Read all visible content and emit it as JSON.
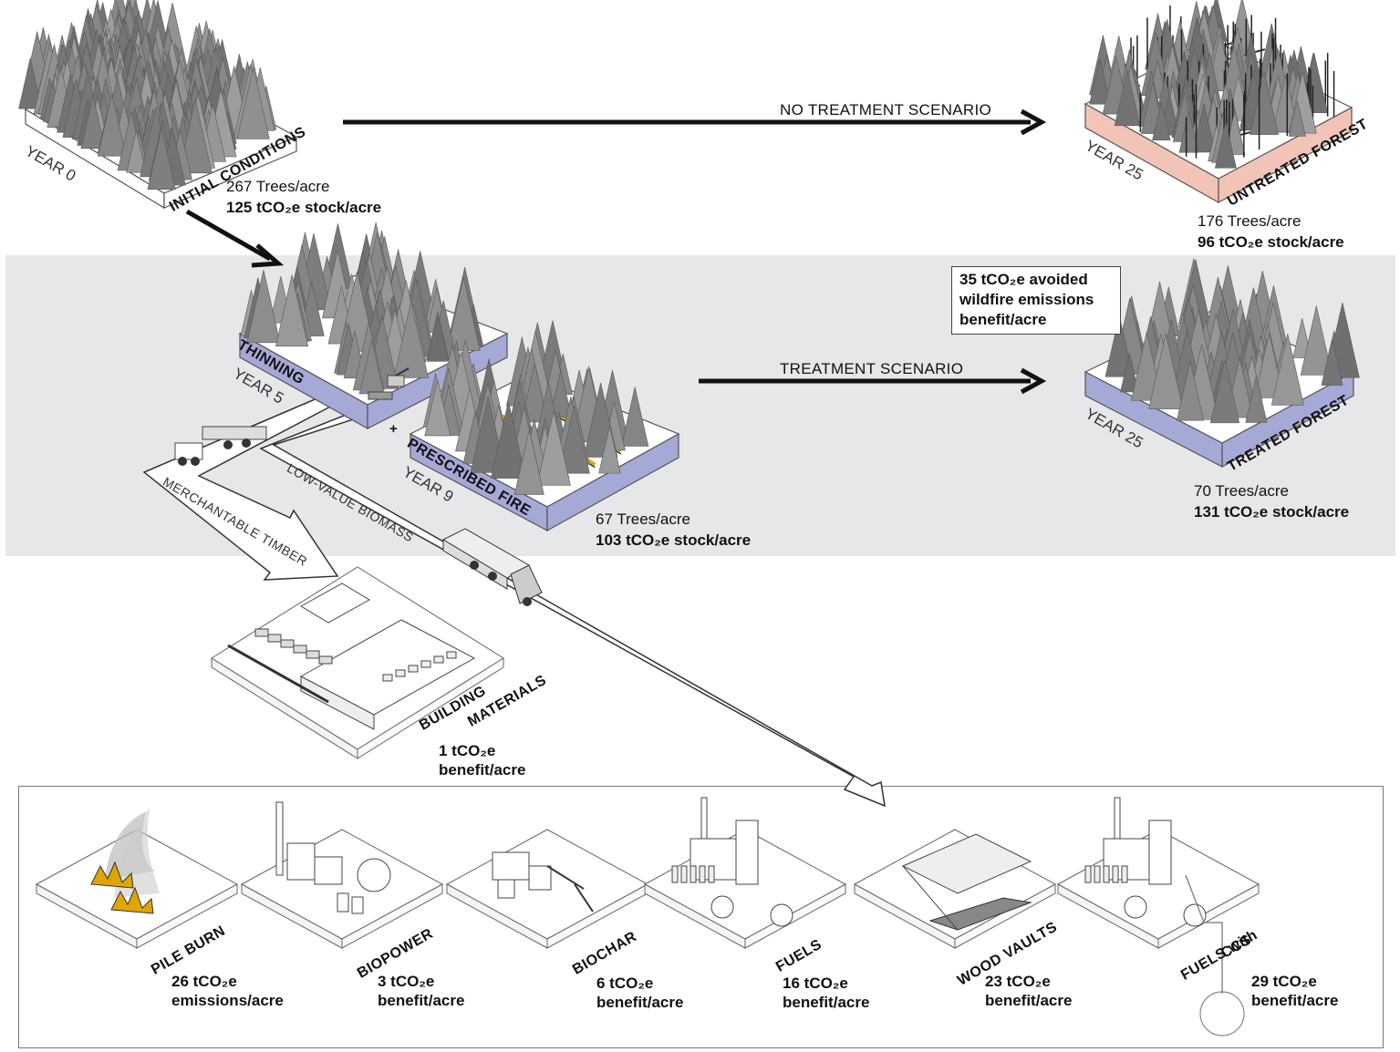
{
  "scenarios": {
    "no_treatment": "NO TREATMENT SCENARIO",
    "treatment": "TREATMENT SCENARIO"
  },
  "stages": {
    "initial": {
      "name": "INITIAL CONDITIONS",
      "year": "YEAR 0",
      "trees": "267 Trees/acre",
      "stock": "125 tCO₂e stock/acre"
    },
    "untreated": {
      "name": "UNTREATED FOREST",
      "year": "YEAR 25",
      "trees": "176 Trees/acre",
      "stock": "96 tCO₂e stock/acre"
    },
    "thinning": {
      "name": "THINNING",
      "year": "YEAR 5"
    },
    "prescribed_fire": {
      "name": "PRESCRIBED FIRE",
      "year": "YEAR 9",
      "trees": "67 Trees/acre",
      "stock": "103 tCO₂e stock/acre"
    },
    "treated": {
      "name": "TREATED FOREST",
      "year": "YEAR 25",
      "trees": "70 Trees/acre",
      "stock": "131 tCO₂e stock/acre"
    }
  },
  "avoided": {
    "line1": "35 tCO₂e avoided",
    "line2": "wildfire emissions",
    "line3": "benefit/acre"
  },
  "plus": "+",
  "flows": {
    "timber": "MERCHANTABLE TIMBER",
    "biomass": "LOW-VALUE BIOMASS"
  },
  "building": {
    "name1": "BUILDING",
    "name2": "MATERIALS",
    "value": "1 tCO₂e",
    "unit": "benefit/acre"
  },
  "outcomes": [
    {
      "name": "PILE BURN",
      "value": "26 tCO₂e",
      "unit": "emissions/acre"
    },
    {
      "name": "BIOPOWER",
      "value": "3 tCO₂e",
      "unit": "benefit/acre"
    },
    {
      "name": "BIOCHAR",
      "value": "6 tCO₂e",
      "unit": "benefit/acre"
    },
    {
      "name": "FUELS",
      "value": "16 tCO₂e",
      "unit": "benefit/acre"
    },
    {
      "name": "WOOD VAULTS",
      "value": "23 tCO₂e",
      "unit": "benefit/acre"
    },
    {
      "name": "FUELS with",
      "name2": "CCS",
      "value": "29 tCO₂e",
      "unit": "benefit/acre"
    }
  ],
  "colors": {
    "band": "#e6e7e8",
    "blue_side": "#a5a9d6",
    "pink_side": "#f2c4b7",
    "tree": "#8e8e8e",
    "fire": "#e0a500"
  },
  "icons": [
    "forest-plot-icon",
    "arrow-icon",
    "log-truck-icon",
    "semi-truck-icon",
    "sawmill-icon",
    "fire-pile-icon",
    "power-plant-icon",
    "biochar-plant-icon",
    "refinery-icon",
    "wood-vault-icon",
    "ccs-well-icon"
  ]
}
